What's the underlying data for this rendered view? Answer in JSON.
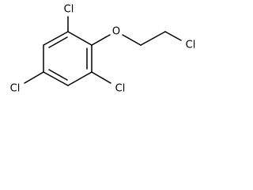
{
  "molecule": {
    "atoms": [
      {
        "id": "cl_top",
        "label": "Cl"
      },
      {
        "id": "o_ether",
        "label": "O"
      },
      {
        "id": "cl_chain",
        "label": "Cl"
      },
      {
        "id": "cl_para",
        "label": "Cl"
      },
      {
        "id": "cl_ortho",
        "label": "Cl"
      }
    ]
  }
}
